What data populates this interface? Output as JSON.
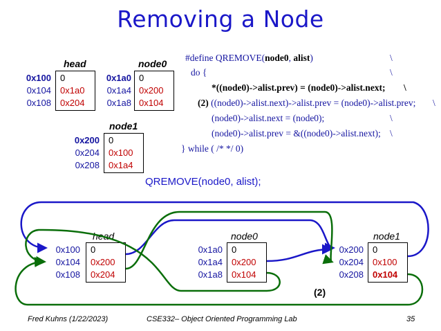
{
  "title": "Removing a Node",
  "top_nodes": {
    "head": {
      "label": "head",
      "addrs": [
        "0x100",
        "0x104",
        "0x108"
      ],
      "values": [
        "0",
        "0x1a0",
        "0x204"
      ]
    },
    "node0": {
      "label": "node0",
      "addrs": [
        "0x1a0",
        "0x1a4",
        "0x1a8"
      ],
      "values": [
        "0",
        "0x200",
        "0x104"
      ]
    },
    "node1": {
      "label": "node1",
      "addrs": [
        "0x200",
        "0x204",
        "0x208"
      ],
      "values": [
        "0",
        "0x100",
        "0x1a4"
      ]
    }
  },
  "code": {
    "line1_a": "#define QREMOVE(",
    "line1_b": "node0",
    "line1_c": ", ",
    "line1_d": "alist",
    "line1_e": ")",
    "line2": "do {",
    "line3": "*((node0)->alist.prev) = (node0)->alist.next;",
    "line4_a": "(2)",
    "line4_b": " ((node0)->alist.next)->alist.prev = (node0)->alist.prev;",
    "line5": "(node0)->alist.next = (node0);",
    "line6": "(node0)->alist.prev = &((node0)->alist.next);",
    "line7": "} while ( /* */ 0)",
    "backslash": "\\"
  },
  "call": "QREMOVE(node0, alist);",
  "bottom_nodes": {
    "head": {
      "label": "head",
      "addrs": [
        "0x100",
        "0x104",
        "0x108"
      ],
      "values": [
        "0",
        "0x200",
        "0x204"
      ]
    },
    "node0": {
      "label": "node0",
      "addrs": [
        "0x1a0",
        "0x1a4",
        "0x1a8"
      ],
      "values": [
        "0",
        "0x200",
        "0x104"
      ]
    },
    "node1": {
      "label": "node1",
      "addrs": [
        "0x200",
        "0x204",
        "0x208"
      ],
      "values": [
        "0",
        "0x100",
        "0x104"
      ]
    }
  },
  "step_label": "(2)",
  "footer": {
    "author": "Fred Kuhns (1/22/2023)",
    "course": "CSE332– Object Oriented Programming Lab",
    "page": "35"
  },
  "colors": {
    "title": "#1a17c8",
    "address": "#1414a0",
    "value": "#c00000",
    "arrow_blue": "#1a17c8",
    "arrow_green": "#0a6e0a"
  }
}
